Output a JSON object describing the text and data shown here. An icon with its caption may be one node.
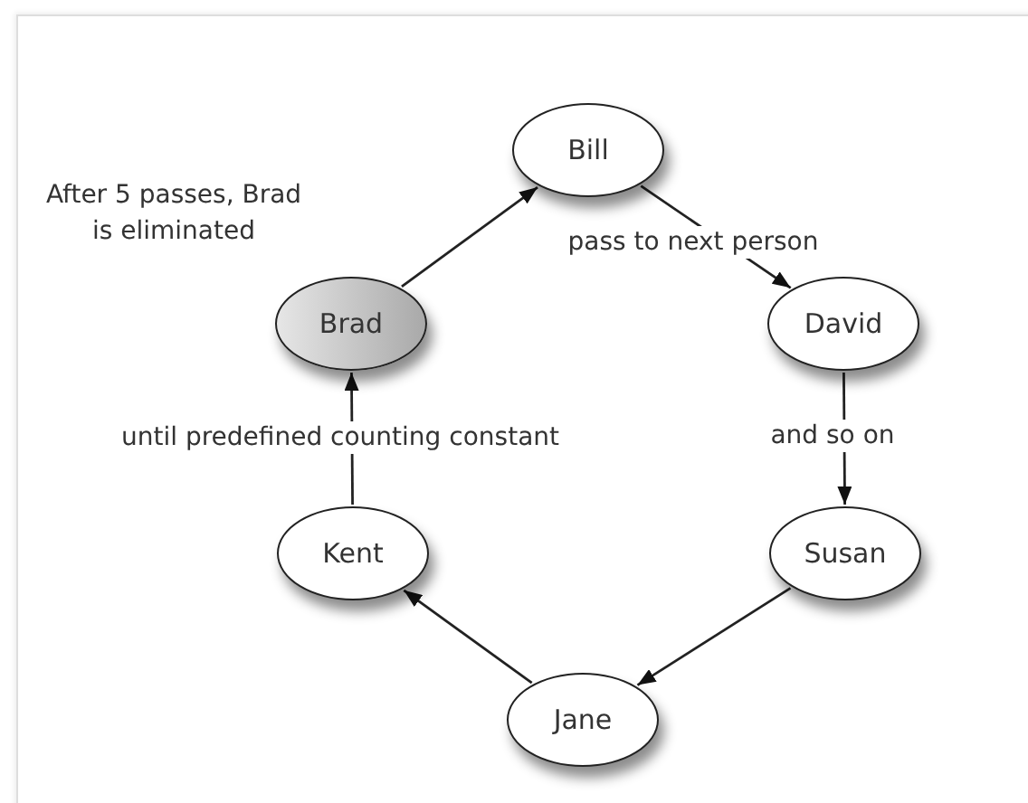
{
  "diagram": {
    "nodes": [
      {
        "text": [
          "Bill"
        ]
      },
      {
        "text": [
          "Brad"
        ]
      },
      {
        "text": [
          "David"
        ]
      },
      {
        "text": [
          "Kent"
        ]
      },
      {
        "text": [
          "Susan"
        ]
      },
      {
        "text": [
          "Jane"
        ]
      }
    ],
    "edges": [
      {
        "from": 1,
        "to": 0,
        "arrow": "to"
      },
      {
        "from": 0,
        "to": 2,
        "arrow": "to",
        "label": "pass to next person"
      },
      {
        "from": 2,
        "to": 4,
        "arrow": "to",
        "label": "and so on"
      },
      {
        "from": 4,
        "to": 5,
        "arrow": "to"
      },
      {
        "from": 5,
        "to": 3,
        "arrow": "to"
      },
      {
        "from": 3,
        "to": 1,
        "arrow": "to",
        "label": "until predefined counting constant"
      }
    ],
    "labels": [
      "After 5 passes, Brad is eliminated"
    ]
  }
}
